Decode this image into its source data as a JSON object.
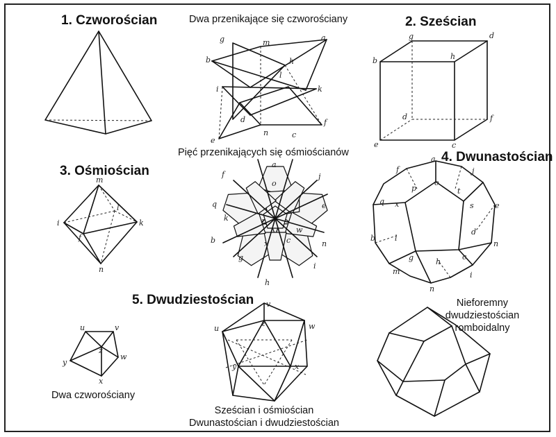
{
  "titles": {
    "tetrahedron": "1. Czworościan",
    "two_tetrahedra": "Dwa przenikające się czworościany",
    "cube": "2. Sześcian",
    "five_octahedra": "Pięć przenikających się ośmiościanów",
    "octahedron": "3. Ośmiościan",
    "dodecahedron": "4. Dwunastościan",
    "icosahedron": "5. Dwudziestościan"
  },
  "captions": {
    "two_tetrahedra_small": "Dwa czworościany",
    "cube_octa_line1": "Sześcian i ośmiościan",
    "cube_octa_line2": "Dwunastościan i dwudziestościan",
    "rhombic_line1": "Nieforemny",
    "rhombic_line2": "dwudziestościan",
    "rhombic_line3": "romboidalny"
  },
  "vertex_labels": {
    "stella": [
      "g",
      "m",
      "a",
      "b",
      "h",
      "l",
      "i",
      "k",
      "d",
      "e",
      "n",
      "c",
      "f"
    ],
    "cube": [
      "g",
      "d",
      "b",
      "h",
      "d",
      "f",
      "e",
      "c"
    ],
    "octahedron": [
      "m",
      "l",
      "i",
      "k",
      "f",
      "n"
    ],
    "compound": [
      "a",
      "f",
      "o",
      "j",
      "q",
      "e",
      "k",
      "w",
      "b",
      "z",
      "c",
      "x",
      "g",
      "i",
      "h",
      "n"
    ],
    "dodecahedron": [
      "a",
      "f",
      "j",
      "p",
      "o",
      "t",
      "q",
      "x",
      "s",
      "e",
      "b",
      "l",
      "d",
      "n",
      "g",
      "h",
      "c",
      "m",
      "n",
      "i"
    ],
    "small_tetra": [
      "u",
      "v",
      "z",
      "y",
      "w",
      "x"
    ],
    "icosahedron": [
      "v",
      "u",
      "z",
      "w",
      "y",
      "x"
    ]
  }
}
